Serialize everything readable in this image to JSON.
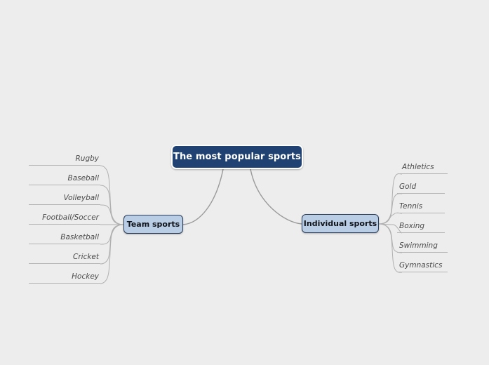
{
  "background_color": "#ededed",
  "diagram": {
    "type": "mind-map",
    "root": {
      "label": "The most popular sports",
      "fill_color": "#1f4273",
      "text_color": "#ffffff"
    },
    "branches": [
      {
        "id": "team-sports",
        "label": "Team sports",
        "side": "left",
        "fill_color": "#b9cde4",
        "border_color": "#2b3f5c",
        "leaves": [
          {
            "label": "Rugby"
          },
          {
            "label": "Baseball"
          },
          {
            "label": "Volleyball"
          },
          {
            "label": "Football/Soccer"
          },
          {
            "label": "Basketball"
          },
          {
            "label": "Cricket"
          },
          {
            "label": "Hockey"
          }
        ]
      },
      {
        "id": "individual-sports",
        "label": "Individual sports",
        "side": "right",
        "fill_color": "#b9cde4",
        "border_color": "#2b3f5c",
        "leaves": [
          {
            "label": "Athletics"
          },
          {
            "label": "Gold"
          },
          {
            "label": "Tennis"
          },
          {
            "label": "Boxing"
          },
          {
            "label": "Swimming"
          },
          {
            "label": "Gymnastics"
          }
        ]
      }
    ],
    "edge_color": "#9a9a9a",
    "leaf_text_color": "#4b4b4b"
  }
}
